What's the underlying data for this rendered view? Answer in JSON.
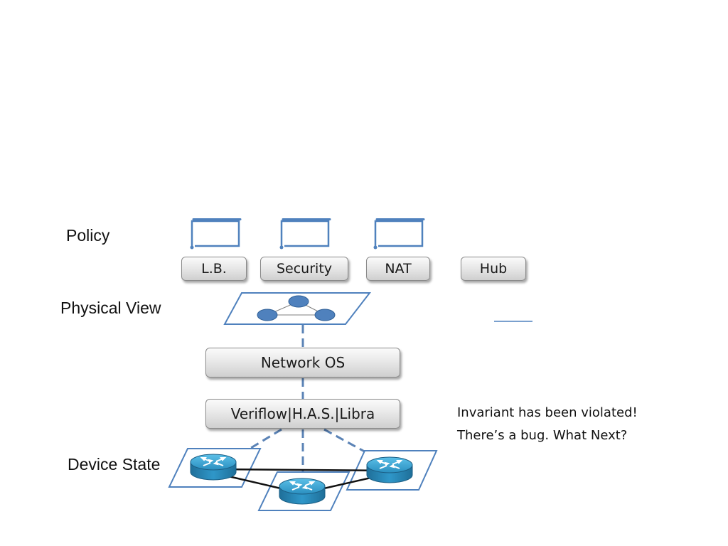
{
  "labels": {
    "policy": "Policy",
    "physical_view": "Physical View",
    "device_state": "Device State"
  },
  "apps": [
    {
      "label": "L.B."
    },
    {
      "label": "Security"
    },
    {
      "label": "NAT"
    },
    {
      "label": "Hub"
    }
  ],
  "stack": {
    "network_os": "Network OS",
    "verifier": "Veriflow|H.A.S.|Libra"
  },
  "note": {
    "line1": "Invariant has been violated!",
    "line2": "There’s a bug. What Next?"
  },
  "colors": {
    "accent_blue": "#4f81bd",
    "node_fill": "#4f81bd",
    "router_fill": "#2e9bc9",
    "dash": "#5b83b6"
  },
  "icons": [
    "policy-document-icon",
    "router-icon",
    "topology-graph-icon"
  ]
}
